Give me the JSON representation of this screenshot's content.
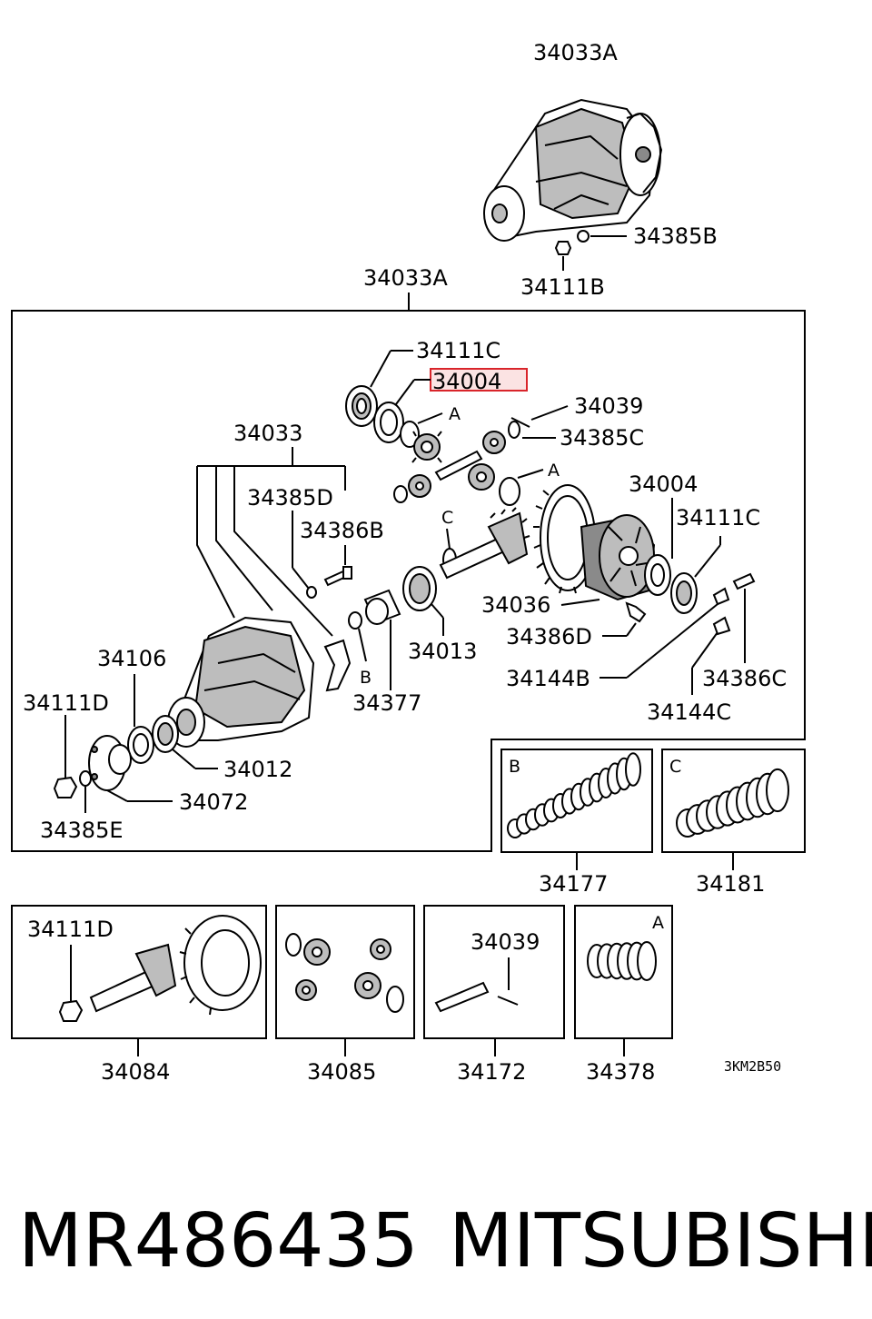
{
  "labels": {
    "top_assembly": "34033A",
    "top_nut": "34111B",
    "top_washer": "34385B",
    "main_assembly": "34033A",
    "bearing_c_top": "34111C",
    "highlighted_part": "34004",
    "pin_34039": "34039",
    "washer_34385c": "34385C",
    "marker_a1": "A",
    "marker_a2": "A",
    "carrier": "34033",
    "washer_34385d": "34385D",
    "bolt_34386b": "34386B",
    "marker_c": "C",
    "case_34004": "34004",
    "bearing_34111c": "34111C",
    "gear_34036": "34036",
    "bolt_34386d": "34386D",
    "bearing_34013": "34013",
    "spacer_34377": "34377",
    "marker_b": "B",
    "lock_34144b": "34144B",
    "bolt_34386c": "34386C",
    "lock_34144c": "34144C",
    "seal_34106": "34106",
    "nut_34111d": "34111D",
    "bearing_34012": "34012",
    "flange_34072": "34072",
    "washer_34385e": "34385E"
  },
  "shim_boxes": [
    {
      "letter": "B",
      "label": "34177"
    },
    {
      "letter": "C",
      "label": "34181"
    }
  ],
  "kit_boxes": [
    {
      "inner_label": "34111D",
      "label": "34084"
    },
    {
      "inner_label": "",
      "label": "34085"
    },
    {
      "inner_label": "34039",
      "label": "34172"
    },
    {
      "inner_label": "A",
      "label": "34378"
    }
  ],
  "drawing_code": "3KM2B50",
  "footer": {
    "part_number": "MR486435",
    "brand": "MITSUBISHI"
  },
  "colors": {
    "highlight_border": "#d9252b",
    "highlight_fill": "#fbe3e3"
  }
}
